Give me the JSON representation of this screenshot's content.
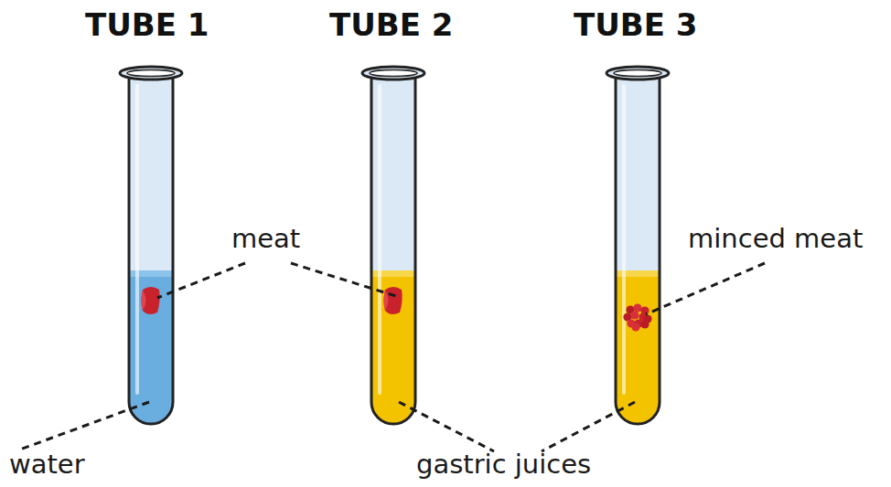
{
  "diagram": {
    "labels": [
      "TUBE 1",
      "TUBE 2",
      "TUBE 3",
      "meat",
      "minced meat",
      "water",
      "gastric juices"
    ]
  }
}
